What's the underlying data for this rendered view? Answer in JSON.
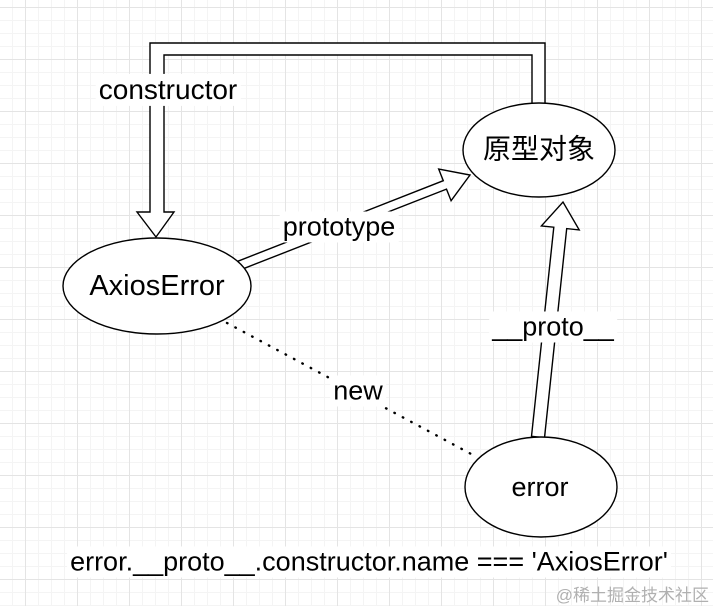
{
  "diagram": {
    "title": "prototype chain diagram",
    "nodes": [
      {
        "id": "axios_error",
        "label": "AxiosError",
        "shape": "ellipse"
      },
      {
        "id": "prototype_object",
        "label": "原型对象",
        "shape": "ellipse"
      },
      {
        "id": "error",
        "label": "error",
        "shape": "ellipse"
      }
    ],
    "edges": [
      {
        "label": "constructor",
        "from": "prototype_object",
        "to": "axios_error",
        "style": "hollow-arrow"
      },
      {
        "label": "prototype",
        "from": "axios_error",
        "to": "prototype_object",
        "style": "hollow-arrow"
      },
      {
        "label": "__proto__",
        "from": "error",
        "to": "prototype_object",
        "style": "hollow-arrow"
      },
      {
        "label": "new",
        "from": "axios_error",
        "to": "error",
        "style": "dotted-line"
      }
    ],
    "caption": "error.__proto__.constructor.name === 'AxiosError'",
    "watermark": "@稀土掘金技术社区",
    "colors": {
      "stroke": "#000000",
      "shape_fill": "#ffffff",
      "label_background": "#ffffff",
      "grid_minor": "#f4f4f4",
      "grid_major": "#e4e4e4",
      "watermark": "#b0b0b0"
    }
  }
}
